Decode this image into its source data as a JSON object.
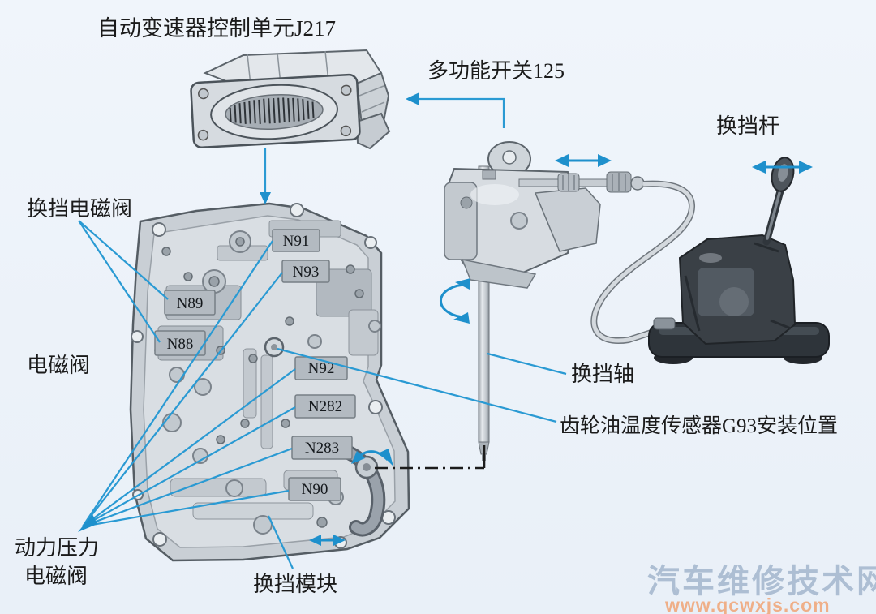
{
  "colors": {
    "background": "#ecf2f9",
    "leader_blue": "#2a9ad3",
    "arrow_blue": "#1e90cc",
    "label_text": "#1b1b1b",
    "dash_line": "#1c1c1c",
    "valve_body_gray": "#d8dde2",
    "watermark_title": "#9db1c9",
    "watermark_url": "#f0a87c"
  },
  "labels": {
    "ecu_title": "自动变速器控制单元J217",
    "multi_function_switch": "多功能开关125",
    "shift_lever": "换挡杆",
    "shift_solenoid": "换挡电磁阀",
    "solenoid": "电磁阀",
    "power_pressure_line1": "动力压力",
    "power_pressure_line2": "电磁阀",
    "shift_shaft": "换挡轴",
    "g93_position": "齿轮油温度传感器G93安装位置",
    "shift_module": "换挡模块"
  },
  "solenoid_tags": [
    {
      "id": "N91"
    },
    {
      "id": "N93"
    },
    {
      "id": "N89"
    },
    {
      "id": "N88"
    },
    {
      "id": "N92"
    },
    {
      "id": "N282"
    },
    {
      "id": "N283"
    },
    {
      "id": "N90"
    }
  ],
  "watermark": {
    "site_name": "汽车维修技术网",
    "site_url": "www.qcwxjs.com"
  }
}
